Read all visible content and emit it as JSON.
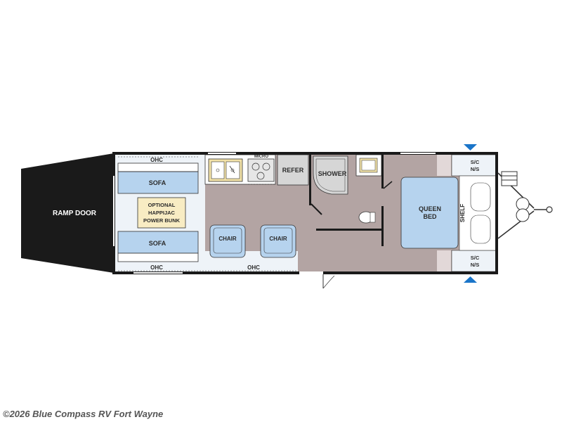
{
  "floorplan": {
    "labels": {
      "ramp_door": "RAMP DOOR",
      "ohc_top_left": "OHC",
      "ohc_bottom_left": "OHC",
      "ohc_bottom_mid": "OHC",
      "sofa_top": "SOFA",
      "sofa_bottom": "SOFA",
      "bunk_line1": "OPTIONAL",
      "bunk_line2": "HAPPIJAC",
      "bunk_line3": "POWER BUNK",
      "micro": "MICRO",
      "refer": "REFER",
      "shower": "SHOWER",
      "chair_left": "CHAIR",
      "chair_right": "CHAIR",
      "bed_line1": "QUEEN",
      "bed_line2": "BED",
      "shelf": "SHELF",
      "sc_top_line1": "S/C",
      "sc_top_line2": "N/S",
      "sc_bottom_line1": "S/C",
      "sc_bottom_line2": "N/S"
    },
    "colors": {
      "floor": "#b3a4a3",
      "furniture": "#b6d3ee",
      "counter": "#ffffff",
      "bunk": "#f8ecc3",
      "ramp": "#1a1a1a",
      "marker": "#1a75c9",
      "wall": "#1a1a1a"
    }
  },
  "watermark": "©2026 Blue Compass RV Fort Wayne"
}
